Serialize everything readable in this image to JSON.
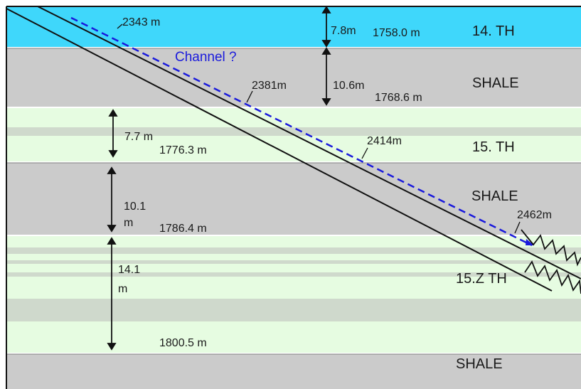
{
  "layers": {
    "th14": "14. TH",
    "shale1": "SHALE",
    "th15": "15. TH",
    "shale2": "SHALE",
    "th15z": "15.Z TH",
    "shale3": "SHALE"
  },
  "thickness": {
    "th14": "7.8m",
    "shale1": "10.6m",
    "th15": "7.7 m",
    "shale2_line1": "10.1",
    "shale2_line2": "m",
    "th15z_line1": "14.1",
    "th15z_line2": "m"
  },
  "depths": {
    "d1": "1758.0 m",
    "d2": "1768.6 m",
    "d3": "1776.3 m",
    "d4": "1786.4 m",
    "d5": "1800.5 m"
  },
  "measured_depths": {
    "md1": "2343 m",
    "md2": "2381m",
    "md3": "2414m",
    "md4": "2462m"
  },
  "annotation": "Channel ?",
  "colors": {
    "th14": "#3fd7fb",
    "shale": "#cbcbcb",
    "sand": "#e6fce1",
    "sand_band": "#cfd9cc",
    "channel": "#1a1adc",
    "well": "#111111",
    "outline": "#111111"
  }
}
